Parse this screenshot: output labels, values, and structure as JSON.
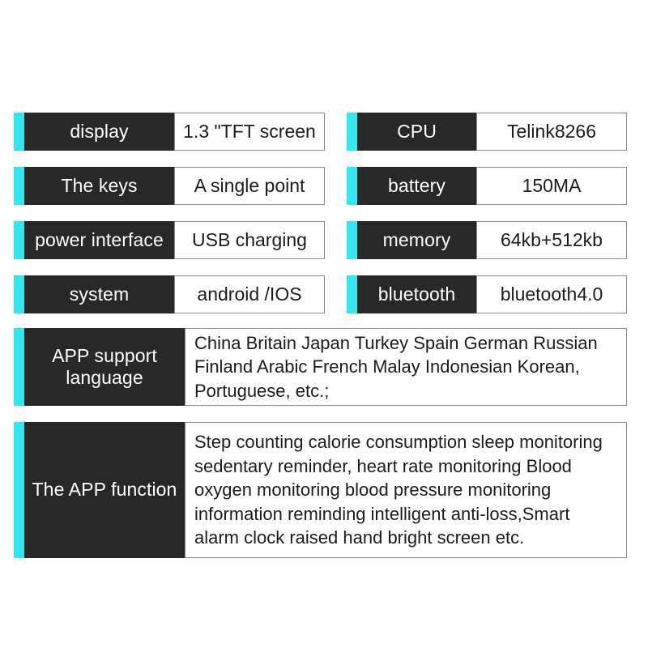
{
  "theme": {
    "accent_color": "#34e6f0",
    "label_background": "#282828",
    "label_text_color": "#ffffff",
    "value_background": "#ffffff",
    "value_text_color": "#1c1c1c",
    "value_border_color": "#8a8a8a",
    "page_background": "#ffffff"
  },
  "left_column": [
    {
      "label": "display",
      "value": "1.3 \"TFT screen"
    },
    {
      "label": "The keys",
      "value": "A single point"
    },
    {
      "label": "power interface",
      "value": "USB charging"
    },
    {
      "label": "system",
      "value": "android /IOS"
    }
  ],
  "right_column": [
    {
      "label": "CPU",
      "value": "Telink8266"
    },
    {
      "label": "battery",
      "value": "150MA"
    },
    {
      "label": "memory",
      "value": "64kb+512kb"
    },
    {
      "label": "bluetooth",
      "value": "bluetooth4.0"
    }
  ],
  "wide_blocks": [
    {
      "label": "APP support language",
      "value": "China Britain Japan Turkey Spain German Russian Finland Arabic French Malay Indonesian Korean, Portuguese, etc.;"
    },
    {
      "label": "The APP function",
      "value": "Step counting calorie consumption sleep monitoring sedentary reminder, heart rate monitoring Blood oxygen monitoring blood pressure monitoring information reminding intelligent anti-loss,Smart alarm clock raised hand bright screen etc."
    }
  ]
}
